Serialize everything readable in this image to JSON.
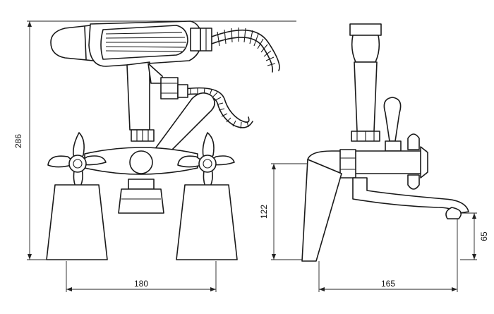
{
  "dimensions": {
    "overall_height": "286",
    "front_width": "180",
    "side_height": "122",
    "side_depth": "165",
    "spout_height": "65"
  }
}
